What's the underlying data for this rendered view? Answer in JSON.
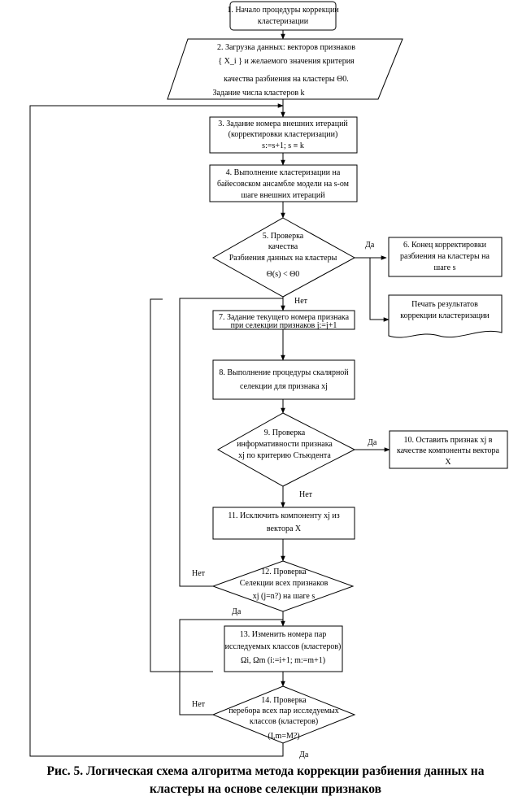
{
  "nodes": {
    "n1": [
      "1. Начало процедуры коррекции",
      "кластеризации"
    ],
    "n2": [
      "2. Загрузка данных: векторов признаков",
      "{ X_i } и желаемого значения критерия",
      "качества разбиения на кластеры Θ0.",
      "Задание числа кластеров k"
    ],
    "n3": [
      "3. Задание номера внешних итераций",
      "(корректировки кластеризации)",
      "s:=s+1; s ≡ k"
    ],
    "n4": [
      "4. Выполнение кластеризации на",
      "байесовском ансамбле модели на s-ом",
      "шаге внешних итераций"
    ],
    "n5": [
      "5. Проверка",
      "качества",
      "Разбиения данных на кластеры",
      "Θ(s) < Θ0"
    ],
    "n6": [
      "6. Конец корректировки",
      "разбиения на кластеры на",
      "шаге s"
    ],
    "n6b": [
      "Печать результатов",
      "коррекции кластеризации"
    ],
    "n7": [
      "7. Задание текущего номера признака",
      "при селекции признаков j:=j+1"
    ],
    "n8": [
      "8. Выполнение процедуры скалярной",
      "селекции для признака xj"
    ],
    "n9": [
      "9. Проверка",
      "информативности признака",
      "xj по критерию Стьюдента"
    ],
    "n10": [
      "10. Оставить признак xj в",
      "качестве компоненты вектора",
      "X"
    ],
    "n11": [
      "11. Исключить компоненту xj из",
      "вектора X"
    ],
    "n12": [
      "12. Проверка",
      "Селекции всех признаков",
      "xj (j=n?) на шаге s"
    ],
    "n13": [
      "13. Изменить номера пар",
      "исследуемых классов (кластеров)",
      "Ωi, Ωm (i:=i+1; m:=m+1)"
    ],
    "n14": [
      "14. Проверка",
      "перебора всех пар исследуемых",
      "классов (кластеров)",
      "(I,m=M?)"
    ]
  },
  "labels": {
    "yes": "Да",
    "no": "Нет"
  },
  "caption": {
    "line1": "Рис. 5. Логическая схема алгоритма метода коррекции разбиения данных на",
    "line2": "кластеры на основе селекции признаков"
  }
}
